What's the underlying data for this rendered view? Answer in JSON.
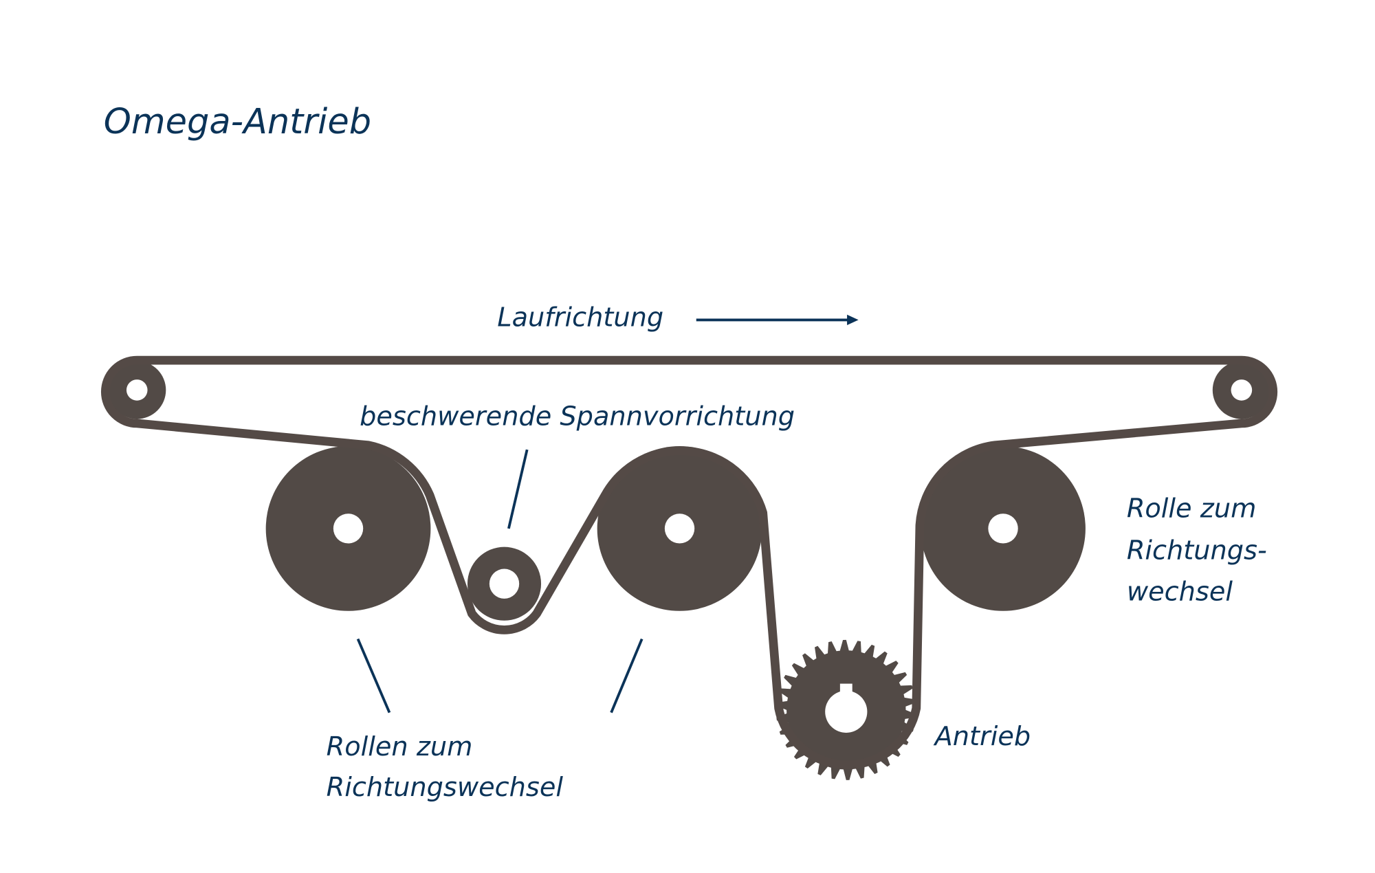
{
  "title": "Omega-Antrieb",
  "labels": {
    "direction": "Laufrichtung",
    "tensioner": "beschwerende Spannvorrichtung",
    "rollers_line1": "Rollen zum",
    "rollers_line2": "Richtungswechsel",
    "roller_right_line1": "Rolle zum",
    "roller_right_line2": "Richtungs-",
    "roller_right_line3": "wechsel",
    "drive": "Antrieb"
  },
  "colors": {
    "text": "#0b3358",
    "belt": "#544a46",
    "roller": "#524a46",
    "background": "#ffffff"
  },
  "components": {
    "idlers": 2,
    "direction_change_rollers": 3,
    "tension_roller": 1,
    "drive_sprocket_teeth": 30
  }
}
